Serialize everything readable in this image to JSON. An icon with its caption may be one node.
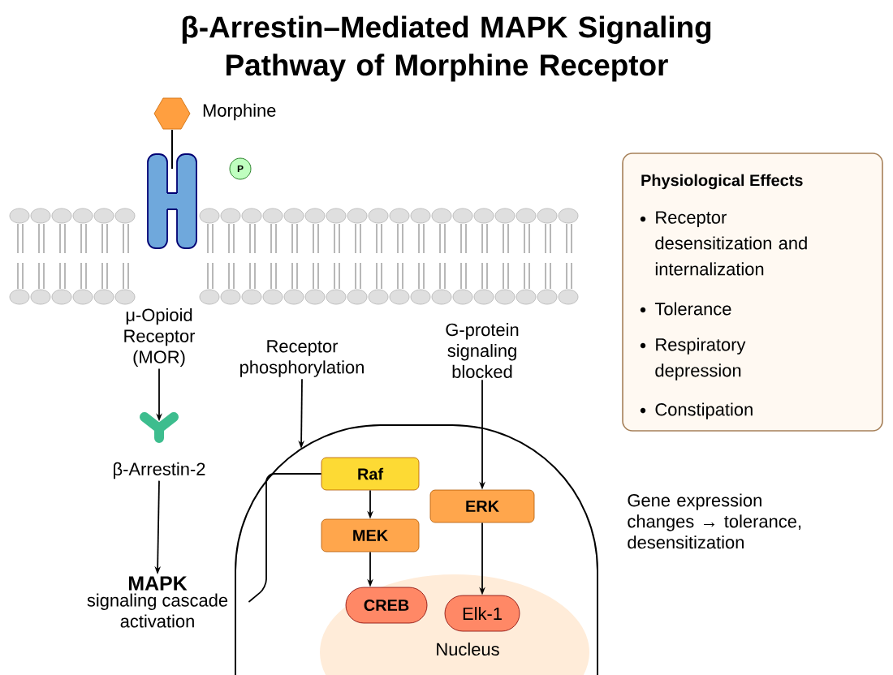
{
  "diagram": {
    "title": "β-Arrestin–Mediated MAPK Signaling Pathway of Morphine Receptor",
    "nodes": [
      {
        "text": [
          "μ-Opioid Receptor (MOR)"
        ]
      },
      {
        "text": [
          "β-Arrestin-2"
        ]
      },
      {
        "text": [
          "MAPK",
          "signaling cascade activation"
        ]
      },
      {
        "text": [
          "Receptor phosphorylation"
        ]
      },
      {
        "text": [
          "G-protein signaling blocked"
        ]
      },
      {
        "text": [],
        "shape": "circle"
      },
      {
        "text": [
          "Raf"
        ],
        "in": 5
      },
      {
        "text": [
          "MEK"
        ],
        "in": 5
      },
      {
        "text": [
          "ERK"
        ],
        "in": 5
      },
      {
        "text": [
          "Nucleus"
        ],
        "in": 5
      },
      {
        "text": [
          "CREB"
        ],
        "in": 9
      },
      {
        "text": [
          "Elk-1"
        ],
        "in": 9
      },
      {
        "text": [
          "Physiological Effects",
          "Receptor desensitization and internalization",
          "Tolerance",
          "Respiratory depression",
          "Constipation"
        ]
      }
    ],
    "edges": [
      {
        "from": 0,
        "to": 1,
        "arrow": "to"
      },
      {
        "from": 1,
        "to": 2,
        "arrow": "to"
      },
      {
        "from": 3,
        "to": 5,
        "arrow": "to"
      },
      {
        "from": 4,
        "to": 8,
        "arrow": "to"
      },
      {
        "from": 6,
        "to": 7,
        "arrow": "to"
      },
      {
        "from": 7,
        "to": 10,
        "arrow": "to"
      },
      {
        "from": 8,
        "to": 11,
        "arrow": "to"
      },
      {
        "from": 6,
        "to": 2,
        "arrow": "none"
      }
    ],
    "labels": [
      "Morphine",
      "P",
      "Gene expression changes → tolerance, desensitization"
    ]
  }
}
